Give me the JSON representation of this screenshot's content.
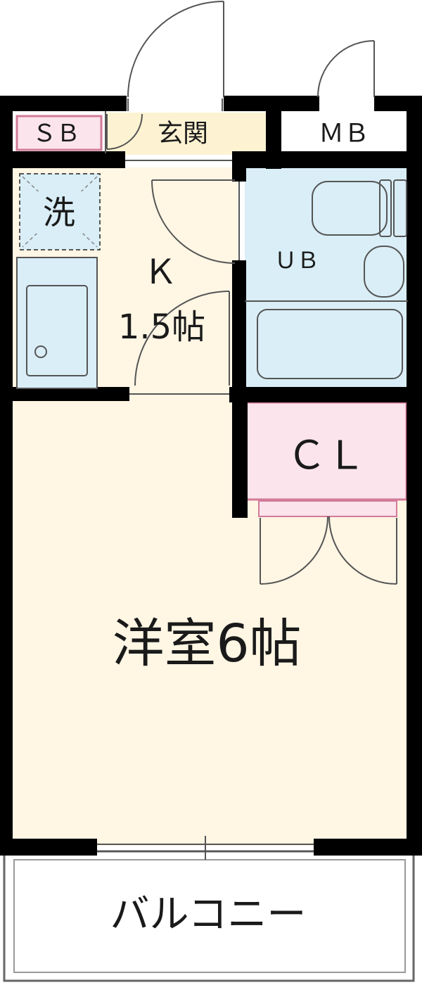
{
  "labels": {
    "shoe_box": "ＳＢ",
    "entrance": "玄関",
    "meter_box": "ＭＢ",
    "washer": "洗",
    "kitchen": "Ｋ",
    "kitchen_size": "1.5帖",
    "unit_bath": "ＵＢ",
    "closet": "ＣＬ",
    "western_room": "洋室6帖",
    "balcony": "バルコニー"
  },
  "colors": {
    "wall": "#000000",
    "line": "#555555",
    "room_floor": "#fff6e4",
    "entrance_floor": "#fdf3d2",
    "bath": "#d9eef7",
    "closet": "#fbe4ec",
    "closet_border": "#d27a99",
    "balcony": "#ffffff"
  }
}
